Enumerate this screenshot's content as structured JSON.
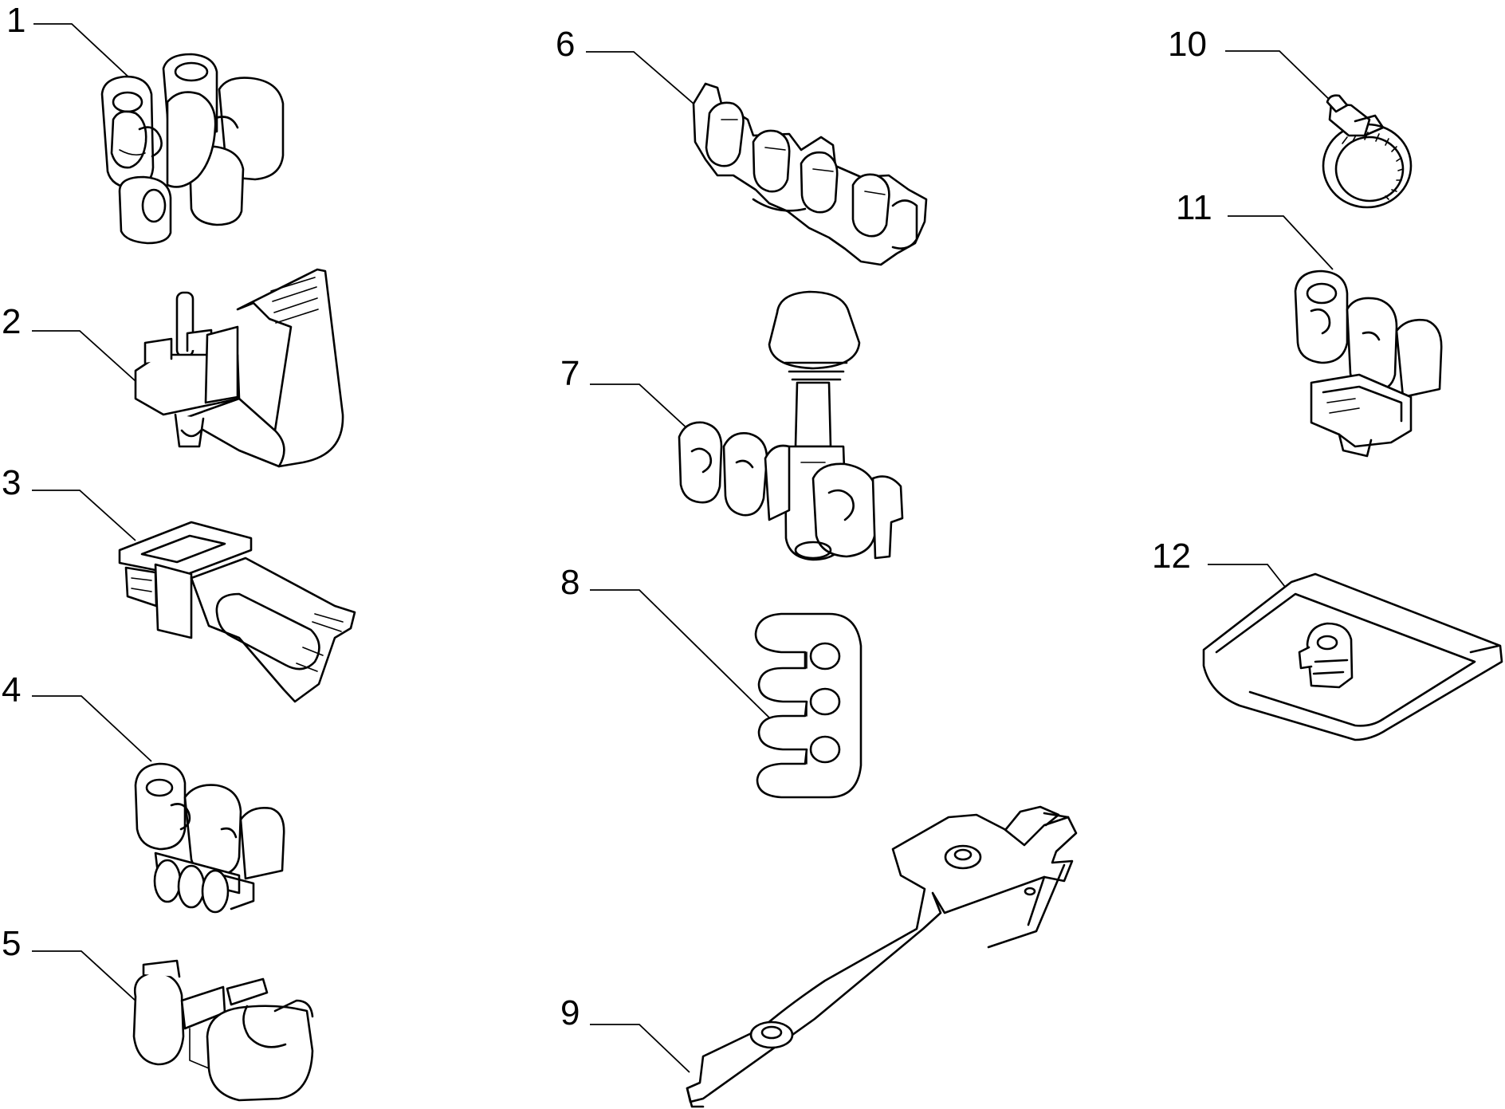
{
  "callouts": [
    {
      "id": "part-1",
      "label": "1"
    },
    {
      "id": "part-2",
      "label": "2"
    },
    {
      "id": "part-3",
      "label": "3"
    },
    {
      "id": "part-4",
      "label": "4"
    },
    {
      "id": "part-5",
      "label": "5"
    },
    {
      "id": "part-6",
      "label": "6"
    },
    {
      "id": "part-7",
      "label": "7"
    },
    {
      "id": "part-8",
      "label": "8"
    },
    {
      "id": "part-9",
      "label": "9"
    },
    {
      "id": "part-10",
      "label": "10"
    },
    {
      "id": "part-11",
      "label": "11"
    },
    {
      "id": "part-12",
      "label": "12"
    }
  ],
  "colors": {
    "line": "#000000",
    "background": "#ffffff"
  }
}
